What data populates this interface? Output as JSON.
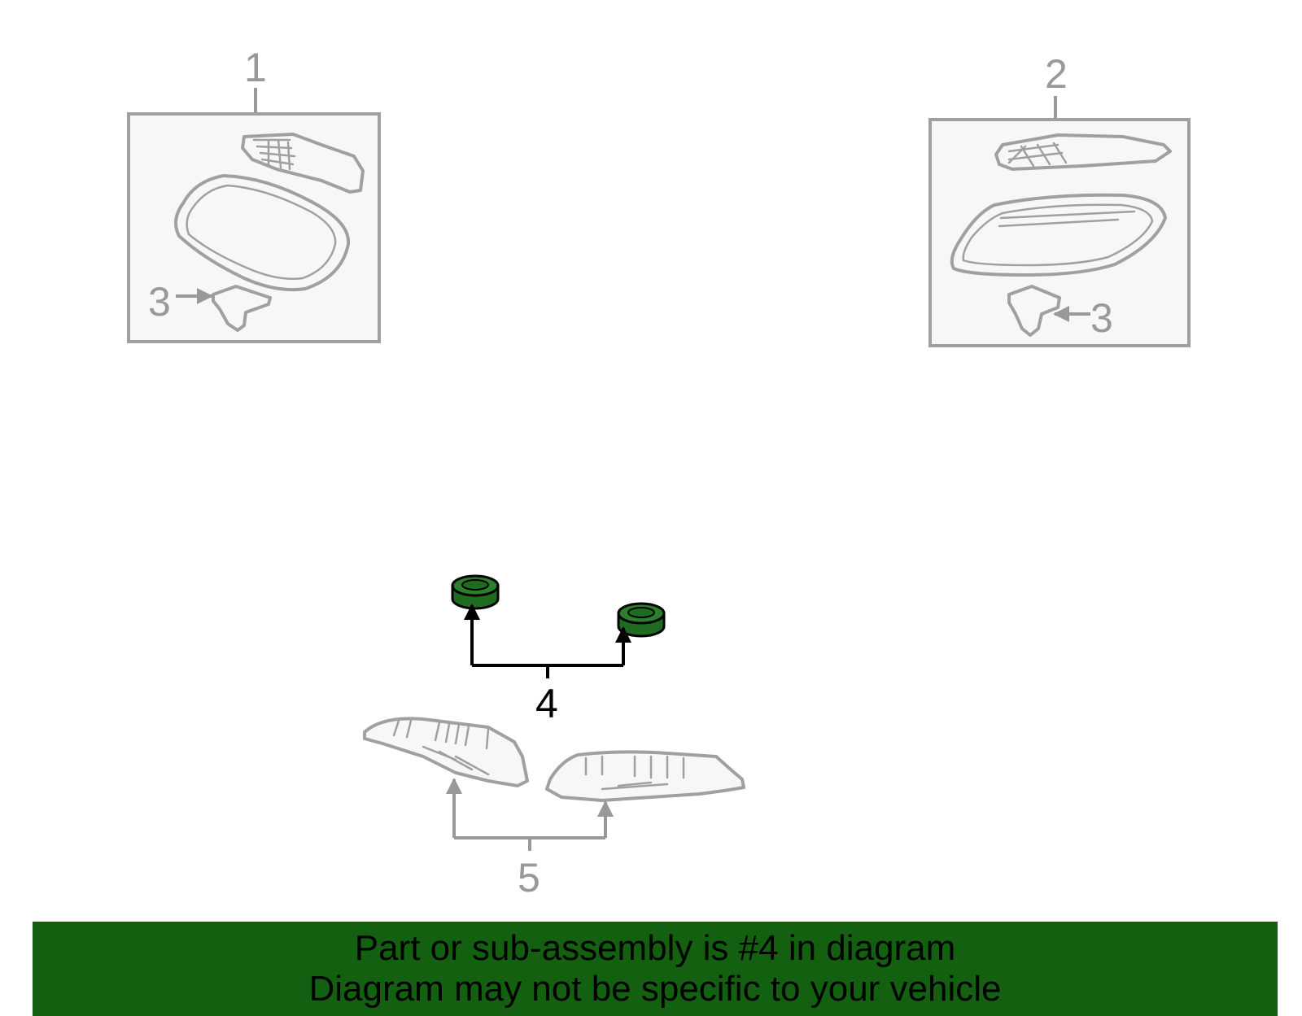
{
  "colors": {
    "highlight": "#1f6b1f",
    "banner": "#136110",
    "line_gray": "#999999",
    "panel_fill": "#f7f7f7"
  },
  "callouts": {
    "c1": "1",
    "c2": "2",
    "c3a": "3",
    "c3b": "3",
    "c4": "4",
    "c5": "5"
  },
  "highlighted_callout": "4",
  "banner": {
    "line1": "Part or sub-assembly is #4 in diagram",
    "line2": "Diagram may not be specific to your vehicle"
  }
}
